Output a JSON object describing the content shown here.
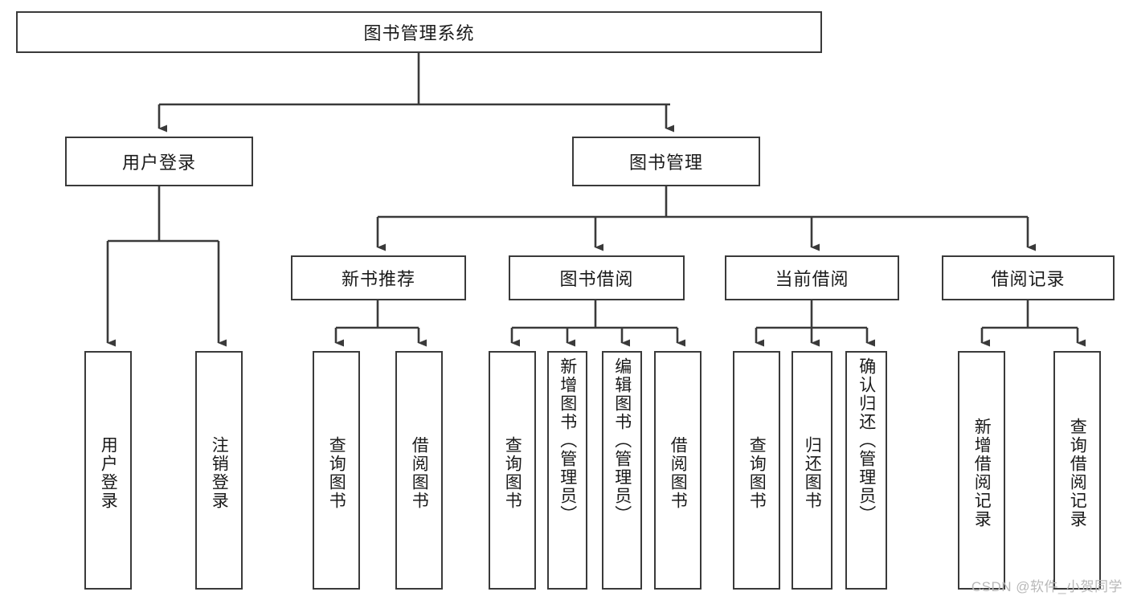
{
  "diagram": {
    "title": "图书管理系统",
    "watermark": "CSDN @软件_小贺同学",
    "colors": {
      "stroke": "#3a3a3a",
      "fill": "#ffffff",
      "text": "#1a1a1a",
      "watermark": "#b8b8b8"
    },
    "root": {
      "label": "图书管理系统"
    },
    "level1": [
      {
        "label": "用户登录"
      },
      {
        "label": "图书管理"
      }
    ],
    "level2": [
      {
        "label": "新书推荐"
      },
      {
        "label": "图书借阅"
      },
      {
        "label": "当前借阅"
      },
      {
        "label": "借阅记录"
      }
    ],
    "leaves": {
      "user_login": [
        {
          "label": "用户登录"
        },
        {
          "label": "注销登录"
        }
      ],
      "new_book": [
        {
          "label": "查询图书"
        },
        {
          "label": "借阅图书"
        }
      ],
      "book_borrow": [
        {
          "label": "查询图书"
        },
        {
          "label": "新增图书（管理员）"
        },
        {
          "label": "编辑图书（管理员）"
        },
        {
          "label": "借阅图书"
        }
      ],
      "current_borrow": [
        {
          "label": "查询图书"
        },
        {
          "label": "归还图书"
        },
        {
          "label": "确认归还（管理员）"
        }
      ],
      "borrow_record": [
        {
          "label": "新增借阅记录"
        },
        {
          "label": "查询借阅记录"
        }
      ]
    }
  }
}
